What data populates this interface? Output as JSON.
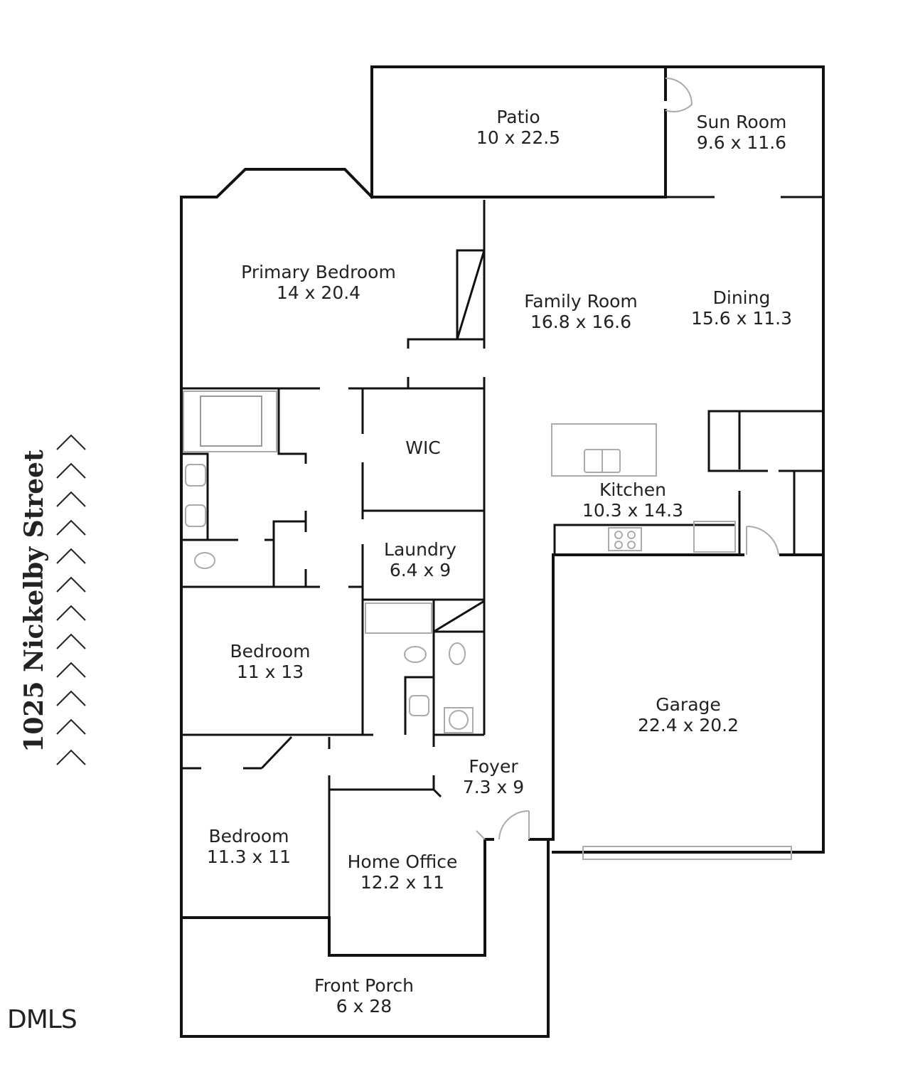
{
  "address": "1025 Nickelby Street",
  "logo": "DMLS",
  "colors": {
    "wall": "#111111",
    "fixture": "#aaaaaa",
    "text": "#222222",
    "background": "#ffffff"
  },
  "rooms": [
    {
      "id": "patio",
      "name": "Patio",
      "dims": "10 x 22.5"
    },
    {
      "id": "sun-room",
      "name": "Sun Room",
      "dims": "9.6 x 11.6"
    },
    {
      "id": "primary-bedroom",
      "name": "Primary Bedroom",
      "dims": "14 x 20.4"
    },
    {
      "id": "family-room",
      "name": "Family Room",
      "dims": "16.8 x 16.6"
    },
    {
      "id": "dining",
      "name": "Dining",
      "dims": "15.6 x 11.3"
    },
    {
      "id": "wic",
      "name": "WIC",
      "dims": ""
    },
    {
      "id": "kitchen",
      "name": "Kitchen",
      "dims": "10.3 x 14.3"
    },
    {
      "id": "laundry",
      "name": "Laundry",
      "dims": "6.4 x 9"
    },
    {
      "id": "bedroom-2",
      "name": "Bedroom",
      "dims": "11 x 13"
    },
    {
      "id": "garage",
      "name": "Garage",
      "dims": "22.4 x 20.2"
    },
    {
      "id": "foyer",
      "name": "Foyer",
      "dims": "7.3 x 9"
    },
    {
      "id": "bedroom-3",
      "name": "Bedroom",
      "dims": "11.3 x 11"
    },
    {
      "id": "home-office",
      "name": "Home Office",
      "dims": "12.2 x 11"
    },
    {
      "id": "front-porch",
      "name": "Front Porch",
      "dims": "6 x 28"
    }
  ]
}
